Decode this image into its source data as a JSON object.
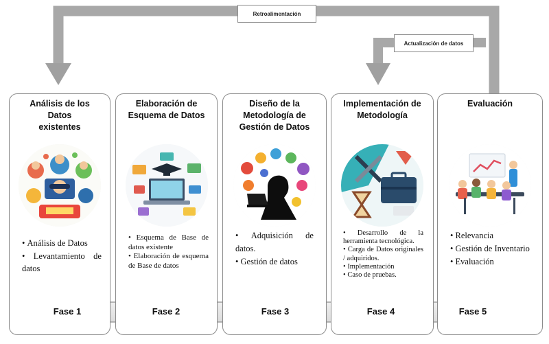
{
  "feedback_label": "Retroalimentación",
  "update_label": "Actualización de datos",
  "colors": {
    "arrow": "#a8a8a8",
    "arrow_dark": "#8f8f8f",
    "card_border": "#8c8c8c"
  },
  "phases": [
    {
      "title": "Análisis de los\nDatos\nexistentes",
      "image": "data-analysis-team-illustration",
      "bullets": [
        "Análisis de Datos",
        "Levantamiento de datos"
      ],
      "fase": "Fase 1"
    },
    {
      "title": "Elaboración de\nEsquema de Datos",
      "image": "laptop-graduation-elearning-illustration",
      "bullets": [
        "Esquema de Base de datos existente",
        "Elaboración de esquema de Base de datos"
      ],
      "fase": "Fase 2"
    },
    {
      "title": "Diseño de la\nMetodología de\nGestión de Datos",
      "image": "woman-laptop-icons-silhouette-illustration",
      "bullets": [
        "Adquisición de datos.",
        "Gestión de datos"
      ],
      "fase": "Fase 3"
    },
    {
      "title": "Implementación de\nMetodología",
      "image": "tools-briefcase-hourglass-illustration",
      "bullets": [
        "Desarrollo de la herramienta tecnológica.",
        "Carga de Datos originales / adquiridos.",
        "Implementación",
        "Caso de pruebas."
      ],
      "fase": "Fase 4"
    },
    {
      "title": "Evaluación",
      "image": "team-meeting-presentation-illustration",
      "bullets": [
        "Relevancia",
        "Gestión de Inventario",
        "Evaluación"
      ],
      "fase": "Fase 5"
    }
  ]
}
